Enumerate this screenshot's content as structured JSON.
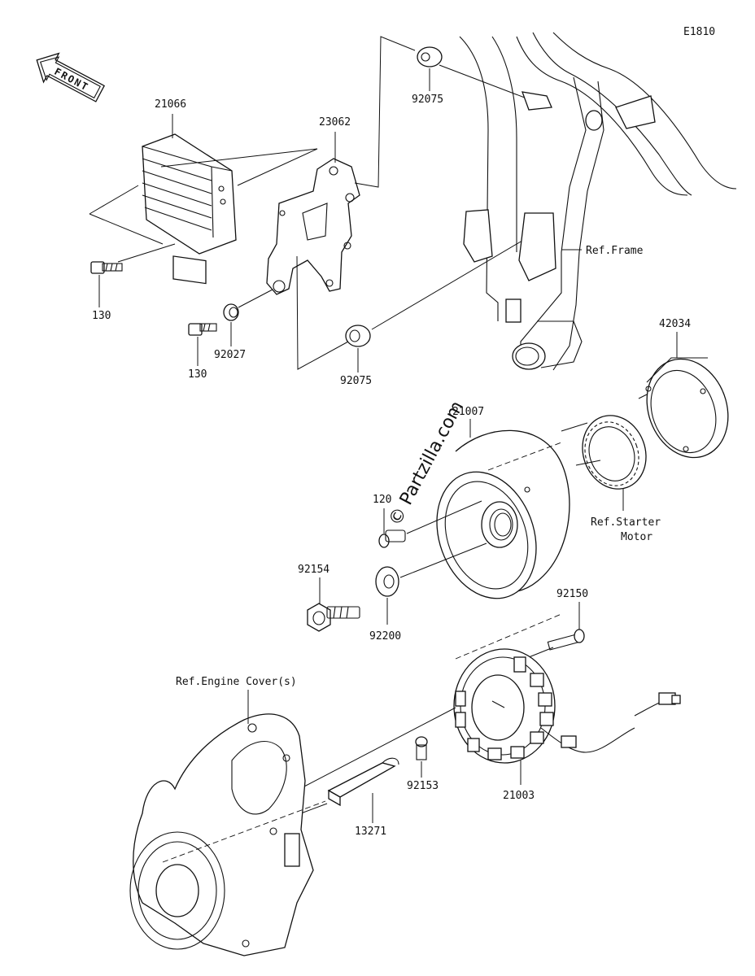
{
  "diagram_code": "E1810",
  "front_label": "FRONT",
  "watermark": "© Partzilla.com",
  "labels": {
    "p21066": "21066",
    "p23062": "23062",
    "p92075_top": "92075",
    "p130_a": "130",
    "p130_b": "130",
    "p92027": "92027",
    "p92075_bottom": "92075",
    "ref_frame": "Ref.Frame",
    "p42034": "42034",
    "p21007": "21007",
    "p120": "120",
    "ref_starter_1": "Ref.Starter",
    "ref_starter_2": "Motor",
    "p92154": "92154",
    "p92200": "92200",
    "p92150": "92150",
    "ref_engine_cover": "Ref.Engine Cover(s)",
    "p92153": "92153",
    "p21003": "21003",
    "p13271": "13271"
  }
}
